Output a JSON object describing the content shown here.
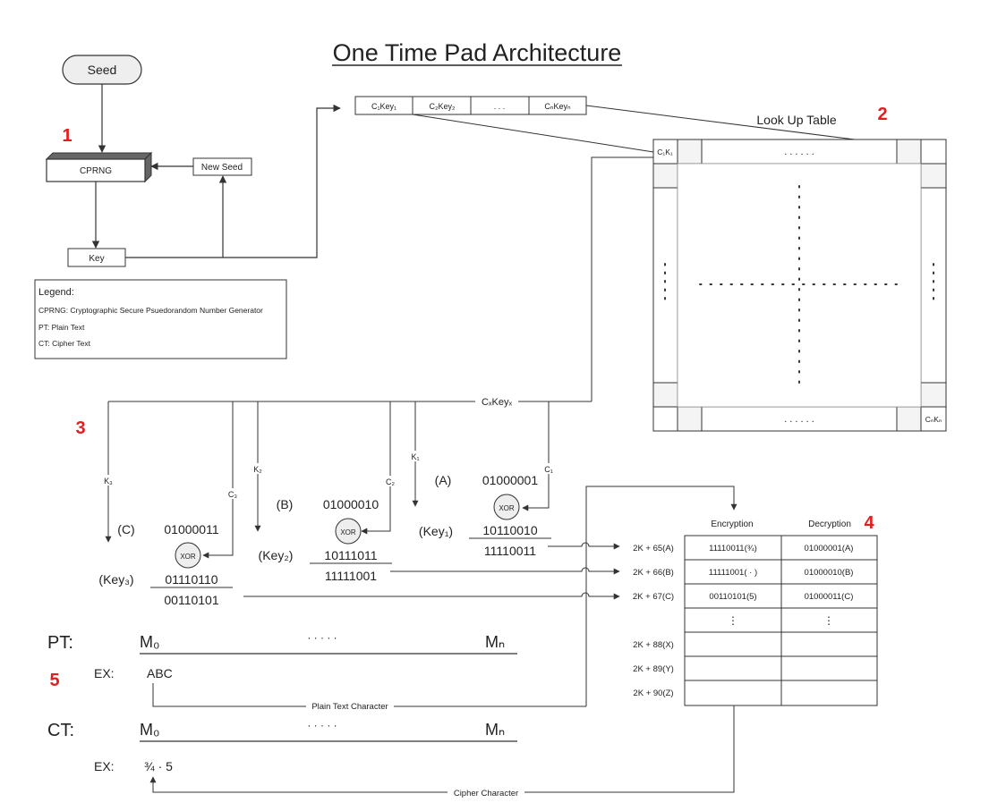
{
  "title": "One Time Pad Architecture",
  "steps": [
    "1",
    "2",
    "3",
    "4",
    "5"
  ],
  "generator": {
    "seed": "Seed",
    "cprng": "CPRNG",
    "new_seed": "New Seed",
    "key": "Key"
  },
  "legend": {
    "heading": "Legend:",
    "items": [
      "CPRNG: Cryptographic Secure Psuedorandom Number Generator",
      "PT: Plain Text",
      "CT: Cipher Text"
    ]
  },
  "key_strip": {
    "cells": [
      "C₁Key₁",
      "C₂Key₂",
      ". . .",
      "CₙKeyₙ"
    ]
  },
  "lookup_table": {
    "title": "Look Up Table",
    "top_left": "C₁K₁",
    "bottom_right": "CₙKₙ",
    "top_dots": ". . . . . .",
    "bottom_dots": ". . . . . ."
  },
  "bus_label": "CₓKeyₓ",
  "xor_blocks": [
    {
      "tag": "(A)",
      "char_code": "01000001",
      "key_label": "(Key₁)",
      "key_bits": "10110010",
      "result": "11110011",
      "c_label": "C₁",
      "k_label": "K₁",
      "op": "XOR"
    },
    {
      "tag": "(B)",
      "char_code": "01000010",
      "key_label": "(Key₂)",
      "key_bits": "10111011",
      "result": "11111001",
      "c_label": "C₂",
      "k_label": "K₂",
      "op": "XOR"
    },
    {
      "tag": "(C)",
      "char_code": "01000011",
      "key_label": "(Key₃)",
      "key_bits": "01110110",
      "result": "00110101",
      "c_label": "C₃",
      "k_label": "K₃",
      "op": "XOR"
    }
  ],
  "mapping_table": {
    "headers": [
      "Encryption",
      "Decryption"
    ],
    "rows": [
      {
        "addr": "2K + 65(A)",
        "enc": "11110011(¾)",
        "dec": "01000001(A)"
      },
      {
        "addr": "2K + 66(B)",
        "enc": "11111001( · )",
        "dec": "01000010(B)"
      },
      {
        "addr": "2K + 67(C)",
        "enc": "00110101(5)",
        "dec": "01000011(C)"
      },
      {
        "addr": "",
        "enc": "⋮",
        "dec": "⋮"
      },
      {
        "addr": "2K + 88(X)",
        "enc": "",
        "dec": ""
      },
      {
        "addr": "2K + 89(Y)",
        "enc": "",
        "dec": ""
      },
      {
        "addr": "2K + 90(Z)",
        "enc": "",
        "dec": ""
      }
    ]
  },
  "plain_text": {
    "label": "PT:",
    "start": "M₀",
    "dots": "· · · · ·",
    "end": "Mₙ",
    "ex_label": "EX:",
    "ex_value": "ABC",
    "flow_label": "Plain Text Character"
  },
  "cipher_text": {
    "label": "CT:",
    "start": "M₀",
    "dots": "· · · · ·",
    "end": "Mₙ",
    "ex_label": "EX:",
    "ex_value": "¾ · 5",
    "flow_label": "Cipher Character"
  },
  "colors": {
    "step_number": "#e02020",
    "line": "#333333",
    "box_fill": "#ffffff",
    "table_fill": "#f2f2f2"
  }
}
